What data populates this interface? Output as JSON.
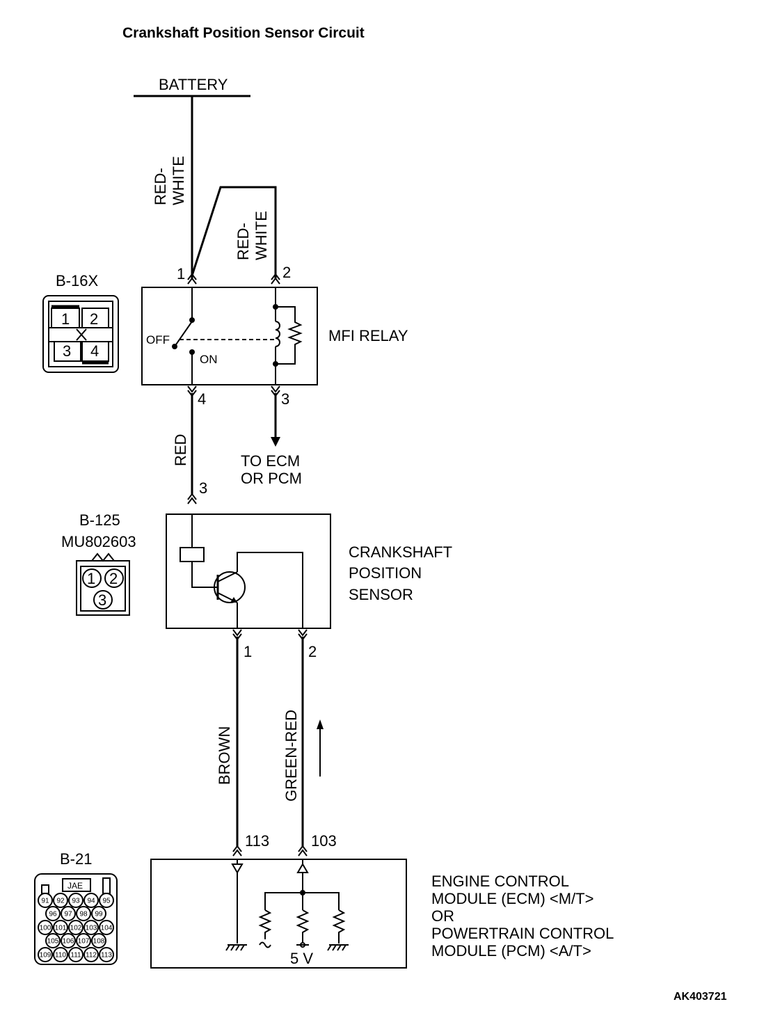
{
  "title": "Crankshaft Position Sensor Circuit",
  "battery": "BATTERY",
  "wires": {
    "battery_feed": [
      "RED-",
      "WHITE"
    ],
    "relay_pin2": [
      "RED-",
      "WHITE"
    ],
    "relay_to_sensor": "RED",
    "sensor_pin1": "BROWN",
    "sensor_pin2": "GREEN-RED"
  },
  "relay": {
    "connector": "B-16X",
    "name": "MFI RELAY",
    "pins": [
      "1",
      "2",
      "3",
      "4"
    ],
    "switch_off": "OFF",
    "switch_on": "ON",
    "output_note": [
      "TO ECM",
      "OR PCM"
    ]
  },
  "sensor": {
    "connector": "B-125",
    "part_number": "MU802603",
    "name": [
      "CRANKSHAFT",
      "POSITION",
      "SENSOR"
    ],
    "pins": [
      "3",
      "1",
      "2"
    ],
    "connector_pins": [
      "1",
      "2",
      "3"
    ]
  },
  "ecm": {
    "connector": "B-21",
    "connector_maker": "JAE",
    "connector_rows": [
      [
        "91",
        "92",
        "93",
        "94",
        "95"
      ],
      [
        "96",
        "97",
        "98",
        "99"
      ],
      [
        "100",
        "101",
        "102",
        "103",
        "104"
      ],
      [
        "105",
        "106",
        "107",
        "108"
      ],
      [
        "109",
        "110",
        "111",
        "112",
        "113"
      ]
    ],
    "pins": [
      "113",
      "103"
    ],
    "name": [
      "ENGINE CONTROL",
      "MODULE (ECM) <M/T>",
      "OR",
      "POWERTRAIN CONTROL",
      "MODULE (PCM) <A/T>"
    ],
    "voltage": "5 V"
  },
  "figure_code": "AK403721"
}
